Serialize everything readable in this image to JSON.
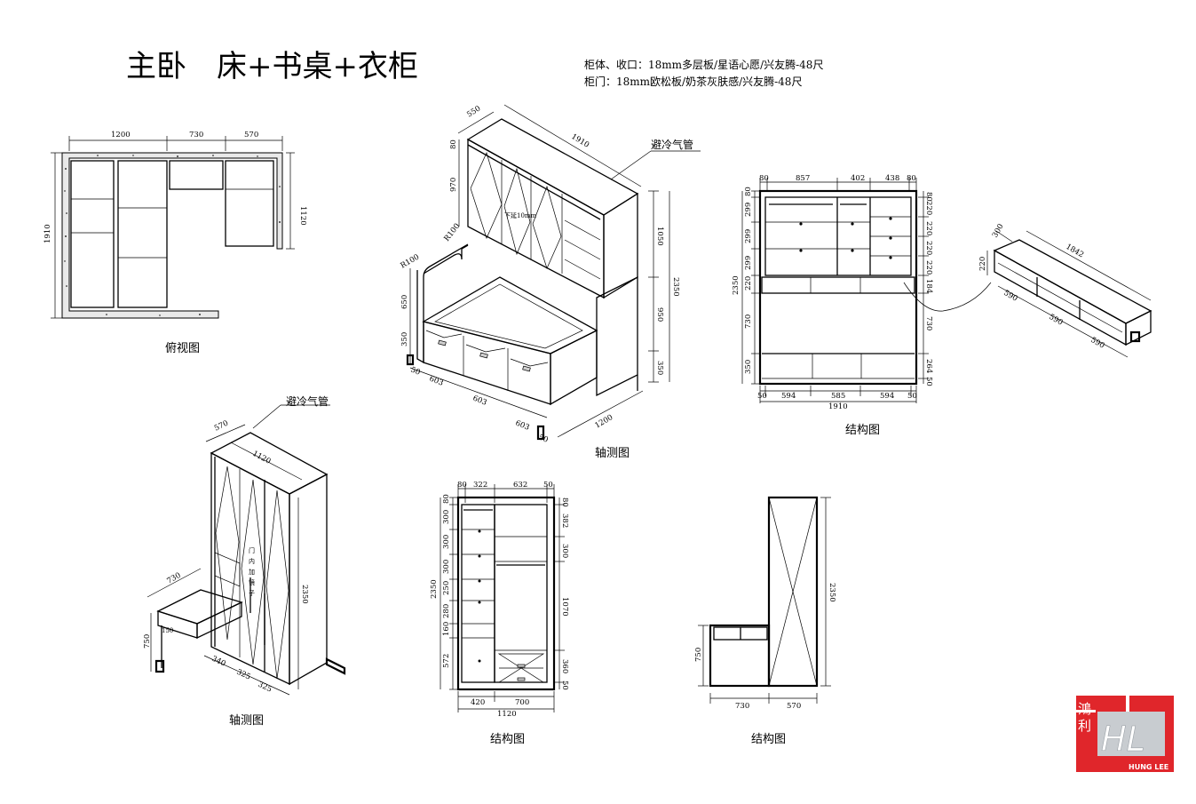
{
  "title": "主卧　床+书桌+衣柜",
  "specs": {
    "line1": "柜体、收口：18mm多层板/星语心愿/兴友腾-48尺",
    "line2": "柜门：18mm欧松板/奶茶灰肤感/兴友腾-48尺"
  },
  "captions": {
    "plan": "俯视图",
    "axo_main": "轴测图",
    "structure_front": "结构图",
    "axo_wardrobe": "轴测图",
    "structure_wardrobe": "结构图",
    "structure_side": "结构图"
  },
  "notes": {
    "avoid_pipe_1": "避冷气管",
    "avoid_pipe_2": "避冷气管",
    "downward_extension": "下延10mm",
    "mirror": [
      "门",
      "内",
      "加",
      "镜",
      "子"
    ]
  },
  "plan_dims": {
    "top": [
      "1200",
      "730",
      "570"
    ],
    "left": "1910",
    "right": "1120"
  },
  "axo_main_dims": {
    "depth": "550",
    "width": "1910",
    "h80": "80",
    "h970": "970",
    "r100a": "R100",
    "r100b": "R100",
    "h650": "650",
    "h350": "350",
    "front_left": "50",
    "drawers": [
      "603",
      "603",
      "603"
    ],
    "front_right": "50",
    "bed_depth": "1200",
    "right_1050": "1050",
    "right_950": "950",
    "right_350": "350",
    "right_total": "2350"
  },
  "front_dims": {
    "top": [
      "80",
      "857",
      "402",
      "438",
      "80"
    ],
    "left": [
      "80",
      "299",
      "299",
      "299",
      "220",
      "730",
      "350"
    ],
    "left_total": "2350",
    "right": [
      "80",
      "220",
      "220",
      "220",
      "220",
      "184",
      "730",
      "264",
      "50"
    ],
    "bottom": [
      "50",
      "594",
      "585",
      "594",
      "50"
    ],
    "bottom_total": "1910"
  },
  "shelf_dims": {
    "height": "220",
    "width": "1842",
    "sections": [
      "590",
      "590",
      "590"
    ],
    "depth": "300"
  },
  "wardrobe_axo_dims": {
    "depth": "570",
    "width": "1120",
    "desk_width": "730",
    "desk_height": "750",
    "desk_drawer": "150",
    "height": "2350",
    "bottom": [
      "340",
      "325",
      "325"
    ]
  },
  "wardrobe_struct_dims": {
    "top": [
      "80",
      "322",
      "632",
      "50"
    ],
    "left": [
      "80",
      "300",
      "300",
      "300",
      "250",
      "280",
      "160",
      "572"
    ],
    "left_total": "2350",
    "right": [
      "80",
      "382",
      "300",
      "1070",
      "360",
      "50"
    ],
    "bottom": [
      "420",
      "700"
    ],
    "bottom_total": "1120"
  },
  "side_dims": {
    "height": "2350",
    "desk_height": "750",
    "bottom": [
      "730",
      "570"
    ]
  },
  "logo": {
    "chars": [
      "鴻",
      "利"
    ],
    "letters": "HL",
    "name": "HUNG LEE",
    "colors": {
      "red": "#e0262b",
      "silver": "#c8ccd0",
      "white": "#ffffff"
    }
  }
}
